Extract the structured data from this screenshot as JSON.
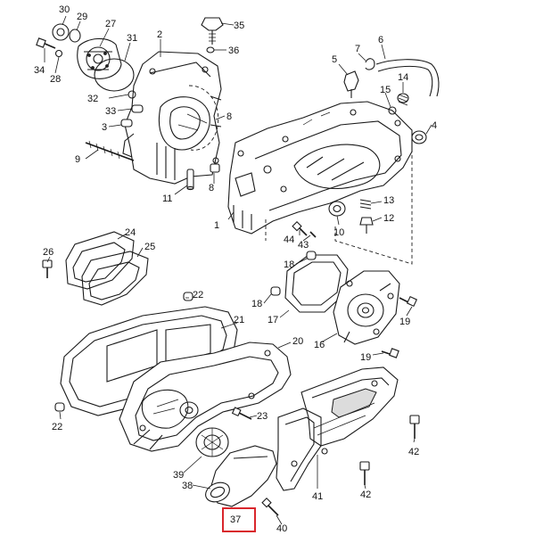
{
  "labels": [
    {
      "id": "l1",
      "text": "1"
    },
    {
      "id": "l2",
      "text": "2"
    },
    {
      "id": "l3",
      "text": "3"
    },
    {
      "id": "l4",
      "text": "4"
    },
    {
      "id": "l5",
      "text": "5"
    },
    {
      "id": "l6",
      "text": "6"
    },
    {
      "id": "l7",
      "text": "7"
    },
    {
      "id": "l8a",
      "text": "8"
    },
    {
      "id": "l8b",
      "text": "8"
    },
    {
      "id": "l9",
      "text": "9"
    },
    {
      "id": "l10",
      "text": "10"
    },
    {
      "id": "l11",
      "text": "11"
    },
    {
      "id": "l12",
      "text": "12"
    },
    {
      "id": "l13",
      "text": "13"
    },
    {
      "id": "l14",
      "text": "14"
    },
    {
      "id": "l15",
      "text": "15"
    },
    {
      "id": "l16",
      "text": "16"
    },
    {
      "id": "l17",
      "text": "17"
    },
    {
      "id": "l18a",
      "text": "18"
    },
    {
      "id": "l18b",
      "text": "18"
    },
    {
      "id": "l19a",
      "text": "19"
    },
    {
      "id": "l19b",
      "text": "19"
    },
    {
      "id": "l20",
      "text": "20"
    },
    {
      "id": "l21",
      "text": "21"
    },
    {
      "id": "l22a",
      "text": "22"
    },
    {
      "id": "l22b",
      "text": "22"
    },
    {
      "id": "l23",
      "text": "23"
    },
    {
      "id": "l24",
      "text": "24"
    },
    {
      "id": "l25",
      "text": "25"
    },
    {
      "id": "l26",
      "text": "26"
    },
    {
      "id": "l27",
      "text": "27"
    },
    {
      "id": "l28",
      "text": "28"
    },
    {
      "id": "l29",
      "text": "29"
    },
    {
      "id": "l30",
      "text": "30"
    },
    {
      "id": "l31",
      "text": "31"
    },
    {
      "id": "l32",
      "text": "32"
    },
    {
      "id": "l33",
      "text": "33"
    },
    {
      "id": "l34",
      "text": "34"
    },
    {
      "id": "l35",
      "text": "35"
    },
    {
      "id": "l36",
      "text": "36"
    },
    {
      "id": "l37",
      "text": "37"
    },
    {
      "id": "l38",
      "text": "38"
    },
    {
      "id": "l39",
      "text": "39"
    },
    {
      "id": "l40",
      "text": "40"
    },
    {
      "id": "l41",
      "text": "41"
    },
    {
      "id": "l42a",
      "text": "42"
    },
    {
      "id": "l42b",
      "text": "42"
    },
    {
      "id": "l43",
      "text": "43"
    },
    {
      "id": "l44",
      "text": "44"
    }
  ],
  "highlight": {
    "label": "37",
    "color": "#d9262c"
  }
}
